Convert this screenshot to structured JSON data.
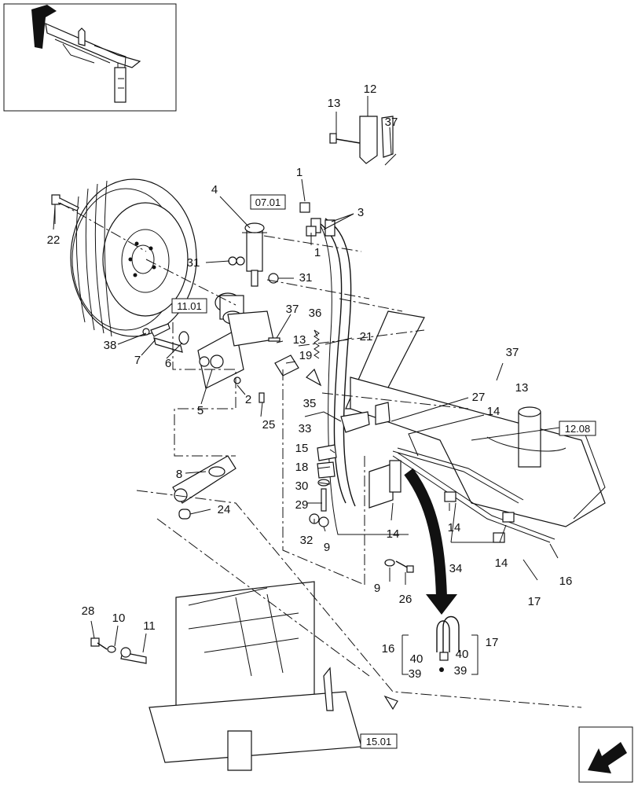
{
  "diagram": {
    "reference_boxes": [
      "07.01",
      "11.01",
      "12.08",
      "15.01"
    ],
    "callouts": {
      "c1a": "1",
      "c1b": "1",
      "c2": "2",
      "c3": "3",
      "c4": "4",
      "c5": "5",
      "c6": "6",
      "c7": "7",
      "c8": "8",
      "c9a": "9",
      "c9b": "9",
      "c10": "10",
      "c11": "11",
      "c12": "12",
      "c13a": "13",
      "c13b": "13",
      "c13c": "13",
      "c14a": "14",
      "c14b": "14",
      "c14c": "14",
      "c14d": "14",
      "c15": "15",
      "c16a": "16",
      "c16b": "16",
      "c17a": "17",
      "c17b": "17",
      "c18": "18",
      "c19": "19",
      "c21": "21",
      "c22": "22",
      "c24": "24",
      "c25": "25",
      "c26": "26",
      "c27": "27",
      "c28": "28",
      "c29": "29",
      "c30": "30",
      "c31a": "31",
      "c31b": "31",
      "c32": "32",
      "c33": "33",
      "c34": "34",
      "c35": "35",
      "c36": "36",
      "c37a": "37",
      "c37b": "37",
      "c37c": "37",
      "c38": "38",
      "c39a": "39",
      "c39b": "39",
      "c40a": "40",
      "c40b": "40"
    },
    "icons": {
      "overview": "machine-overview-icon",
      "navigation": "next-arrow-icon",
      "detail_arrow": "detail-arrow-icon"
    }
  }
}
